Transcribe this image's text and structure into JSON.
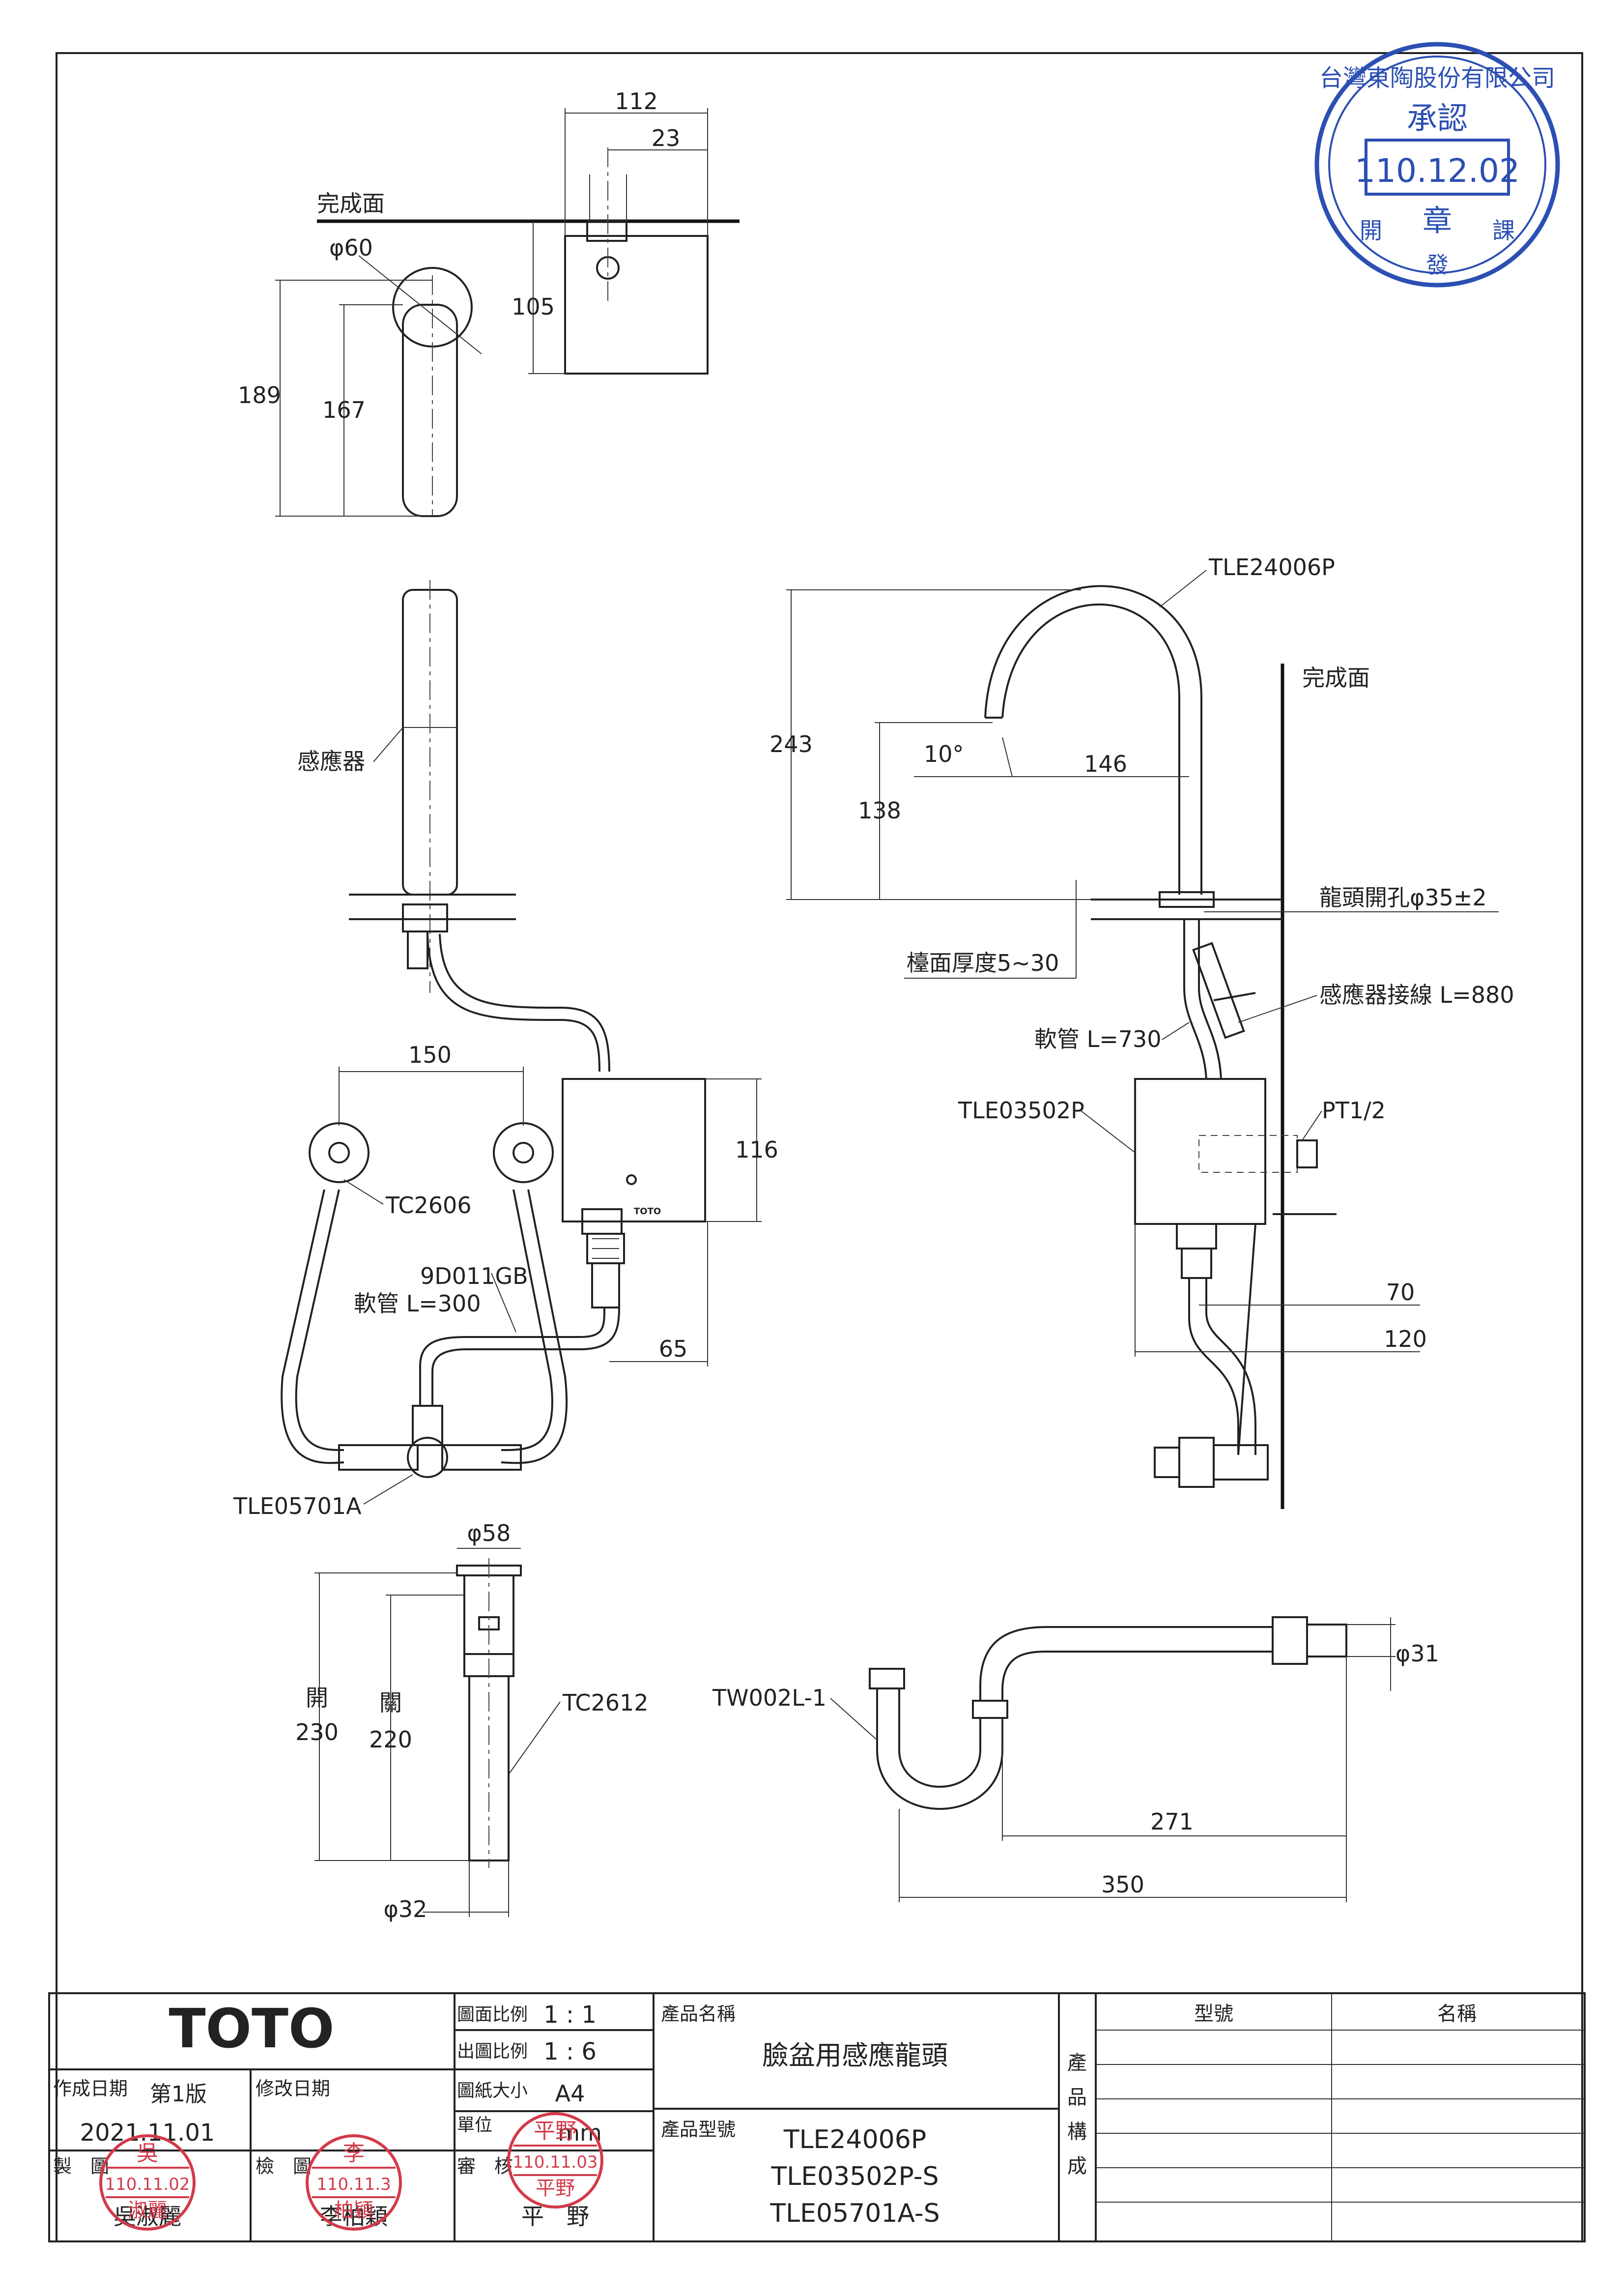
{
  "stamp_approval": {
    "org": "台灣東陶股份有限公司",
    "title": "承認",
    "date": "110.12.02",
    "seal": "章",
    "left": "開",
    "mid": "發",
    "right": "課"
  },
  "dims": {
    "d112": "112",
    "d23": "23",
    "finish_left": "完成面",
    "phi60": "φ60",
    "d105": "105",
    "d189": "189",
    "d167": "167",
    "model_faucet": "TLE24006P",
    "finish_right": "完成面",
    "d243": "243",
    "ang10": "10°",
    "d146": "146",
    "d138": "138",
    "sensor": "感應器",
    "hole": "龍頭開孔φ35±2",
    "counter": "檯面厚度5~30",
    "sensor_wire": "感應器接線 L=880",
    "hose730": "軟管 L=730",
    "control_box": "TLE03502P",
    "pt": "PT1/2",
    "d150": "150",
    "d116": "116",
    "tc2606": "TC2606",
    "hose_code": "9D011GB",
    "hose300": "軟管 L=300",
    "d65": "65",
    "d70": "70",
    "d120": "120",
    "valve": "TLE05701A",
    "phi58": "φ58",
    "open_label": "開",
    "open_val": "230",
    "close_label": "關",
    "close_val": "220",
    "tc2612": "TC2612",
    "phi32": "φ32",
    "trap": "TW002L-1",
    "phi31": "φ31",
    "d271": "271",
    "d350": "350"
  },
  "title_block": {
    "brand": "TOTO",
    "scale_label": "圖面比例",
    "scale_value": "1 : 1",
    "print_scale_label": "出圖比例",
    "print_scale_value": "1 : 6",
    "paper_label": "圖紙大小",
    "paper_value": "A4",
    "unit_label": "單位",
    "unit_value": "mm",
    "created_label": "作成日期",
    "edition": "第1版",
    "revised_label": "修改日期",
    "created_date": "2021.11.01",
    "drawn_label": "製　圖",
    "drawn_name": "吳淑麗",
    "checked_label": "檢　圖",
    "checked_name": "李柏穎",
    "review_label": "審　核",
    "review_name": "平　野",
    "product_name_label": "產品名稱",
    "product_name": "臉盆用感應龍頭",
    "product_model_label": "產品型號",
    "product_models": [
      "TLE24006P",
      "TLE03502P-S",
      "TLE05701A-S"
    ],
    "composition_label": [
      "產",
      "品",
      "構",
      "成"
    ],
    "col_model": "型號",
    "col_name": "名稱"
  },
  "stamps_red": {
    "drawn": {
      "top": "吳",
      "date": "110.11.02",
      "bottom": "淑麗"
    },
    "checked": {
      "top": "李",
      "date": "110.11.3",
      "bottom": "柏穎"
    },
    "review": {
      "top": "平野",
      "date": "110.11.03",
      "bottom": "平野"
    }
  }
}
